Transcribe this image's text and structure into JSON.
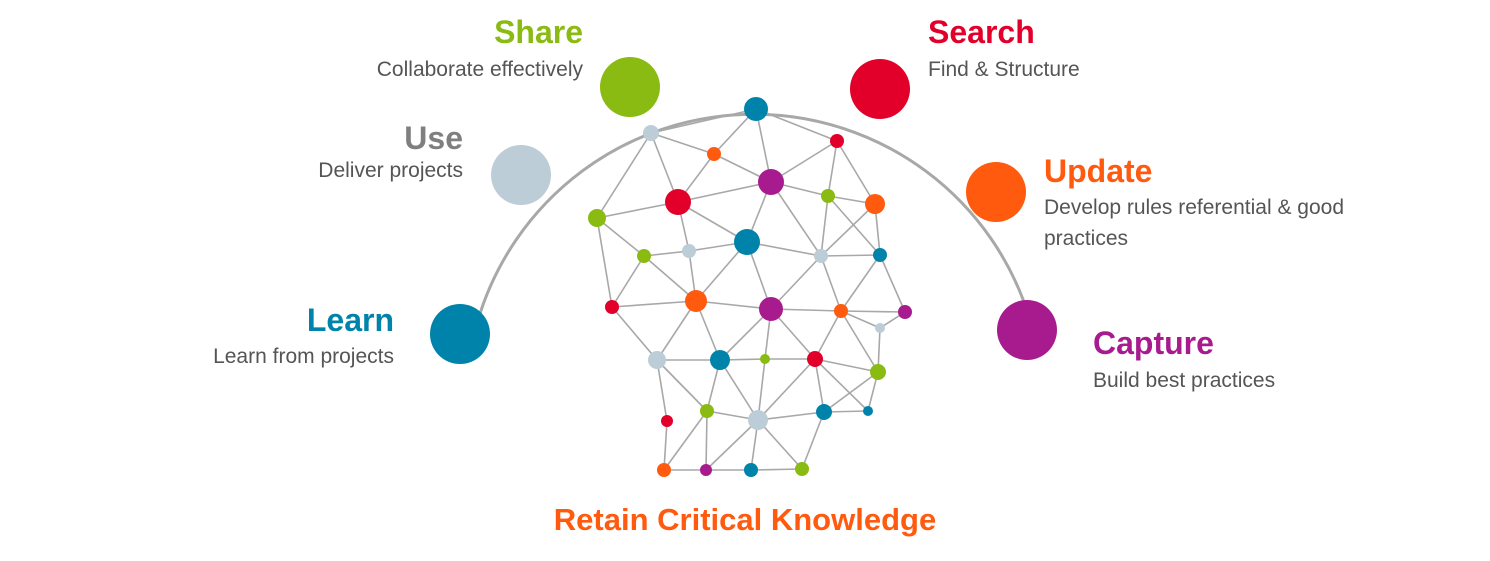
{
  "colors": {
    "arc": "#a8a8a8",
    "edge": "#a8a8a8",
    "green": "#8abb13",
    "red": "#e2002b",
    "gray": "#bccdd8",
    "teal": "#0083aa",
    "orange": "#ff5a0e",
    "purple": "#a81b8f",
    "subtext": "#555555",
    "title_gray": "#7f7f7f"
  },
  "stages": {
    "share": {
      "title": "Share",
      "subtitle": "Collaborate effectively",
      "color": "#8abb13"
    },
    "search": {
      "title": "Search",
      "subtitle": "Find & Structure",
      "color": "#e2002b"
    },
    "use": {
      "title": "Use",
      "subtitle": "Deliver projects",
      "color": "#7f7f7f",
      "dot_color": "#bccdd8"
    },
    "update": {
      "title": "Update",
      "subtitle_line1": "Develop rules referential & good",
      "subtitle_line2": "practices",
      "color": "#ff5a0e"
    },
    "learn": {
      "title": "Learn",
      "subtitle": "Learn from projects",
      "color": "#0083aa"
    },
    "capture": {
      "title": "Capture",
      "subtitle": "Build  best practices",
      "color": "#a81b8f"
    }
  },
  "footer": {
    "text": "Retain Critical Knowledge",
    "color": "#ff5a0e"
  }
}
